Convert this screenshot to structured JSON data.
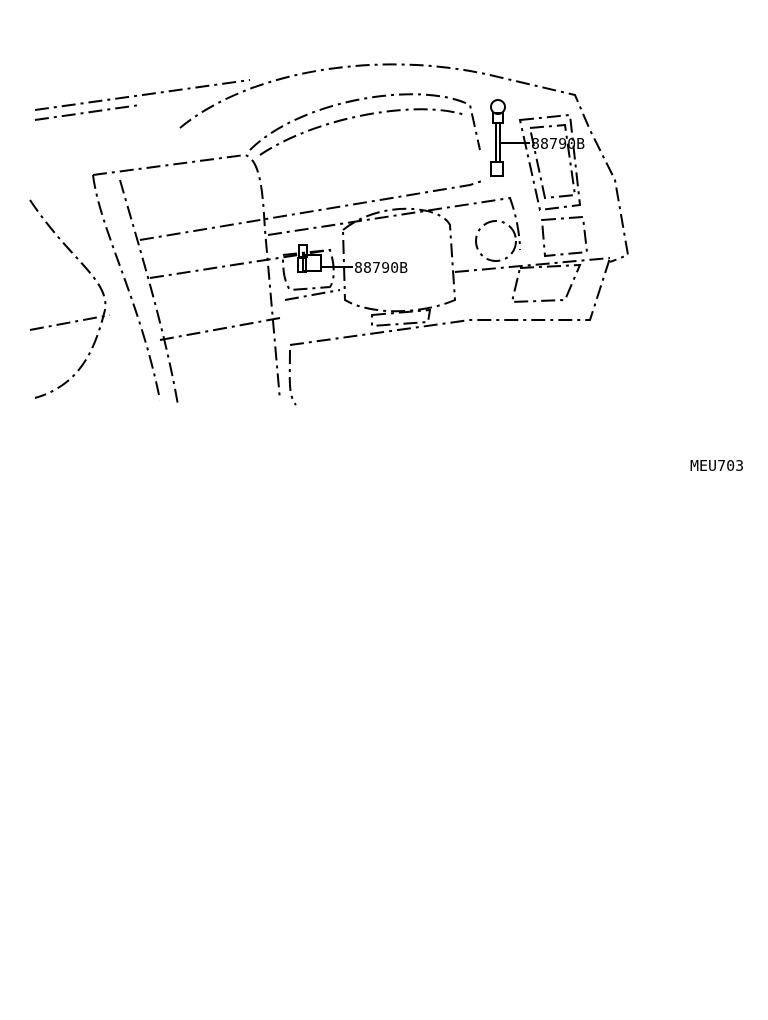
{
  "diagram": {
    "callouts": [
      {
        "part_number": "88790B"
      },
      {
        "part_number": "88790B"
      }
    ],
    "figure_code": "MEU703"
  }
}
